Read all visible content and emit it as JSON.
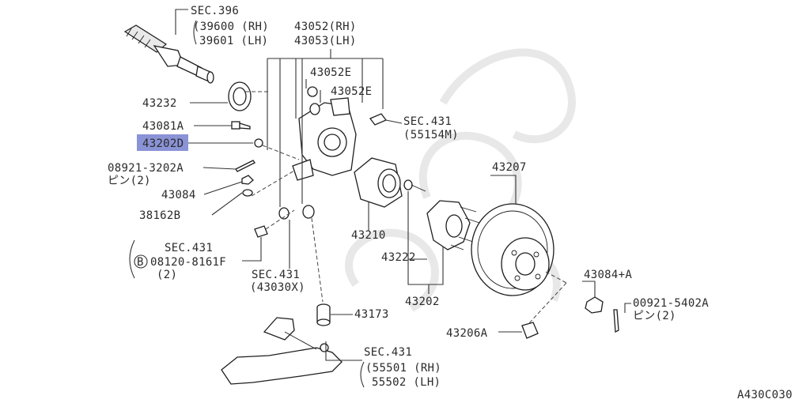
{
  "diagram": {
    "highlight_color": "#8a93d6",
    "figure_code": "A430C030",
    "labels": {
      "sec396": "SEC.396",
      "p39600": "(39600 (RH)",
      "p39601": "39601 (LH)",
      "p43052rh": "43052(RH)",
      "p43053lh": "43053(LH)",
      "p43052e_1": "43052E",
      "p43052e_2": "43052E",
      "p43232": "43232",
      "p43081a": "43081A",
      "p43202d": "43202D",
      "p08921": "08921-3202A",
      "pin1": "ピン(2)",
      "p43084": "43084",
      "p38162b": "38162B",
      "sec431_top": "SEC.431",
      "p55154m": "(55154M)",
      "p43207": "43207",
      "p43210": "43210",
      "p43222": "43222",
      "p43202": "43202",
      "sec431_left": "SEC.431",
      "p08120": "08120-8161F",
      "qty2": "(2)",
      "sec431_mid": "SEC.431",
      "p43030x": "(43030X)",
      "p43084a": "43084+A",
      "p00921": "00921-5402A",
      "pin2": "ピン(2)",
      "p43173": "43173",
      "p43206a": "43206A",
      "sec431_bot": "SEC.431",
      "p55501": "(55501 (RH)",
      "p55502": "55502 (LH)",
      "bolt_mark": "B"
    }
  }
}
